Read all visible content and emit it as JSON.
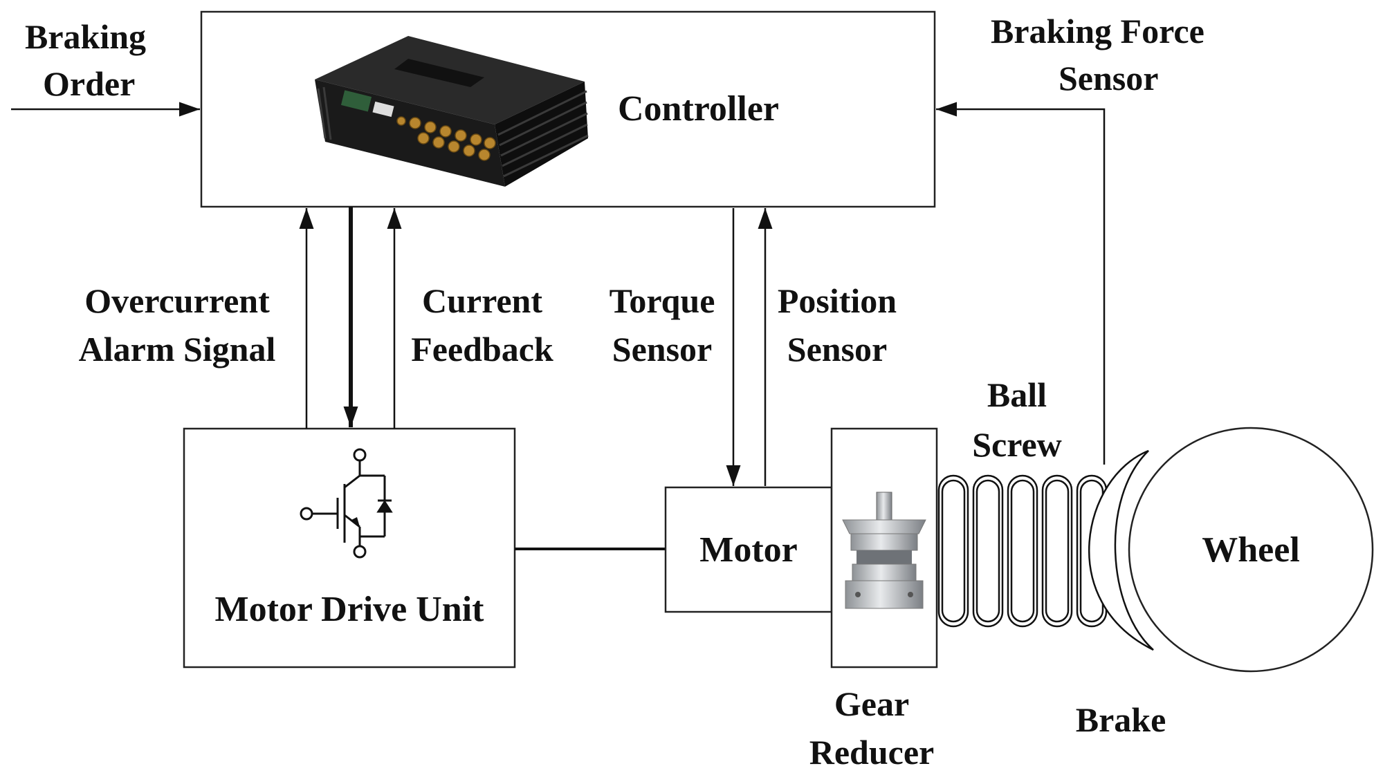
{
  "labels": {
    "braking_order_1": "Braking",
    "braking_order_2": "Order",
    "controller": "Controller",
    "braking_force_1": "Braking Force",
    "braking_force_2": "Sensor",
    "overcurrent_1": "Overcurrent",
    "overcurrent_2": "Alarm Signal",
    "current_fb_1": "Current",
    "current_fb_2": "Feedback",
    "torque_1": "Torque",
    "torque_2": "Sensor",
    "position_1": "Position",
    "position_2": "Sensor",
    "ball_screw_1": "Ball",
    "ball_screw_2": "Screw",
    "motor_drive_unit": "Motor Drive Unit",
    "motor": "Motor",
    "wheel": "Wheel",
    "gear_1": "Gear",
    "gear_2": "Reducer",
    "brake": "Brake"
  },
  "icons": {
    "controller": "controller-hardware-icon",
    "igbt": "igbt-transistor-icon",
    "gear_reducer": "planetary-gearbox-icon"
  },
  "colors": {
    "line": "#111111",
    "controller_body": "#1c1c1c",
    "connector_gold": "#b8862e",
    "gear_metal": "#b9bcc0"
  }
}
